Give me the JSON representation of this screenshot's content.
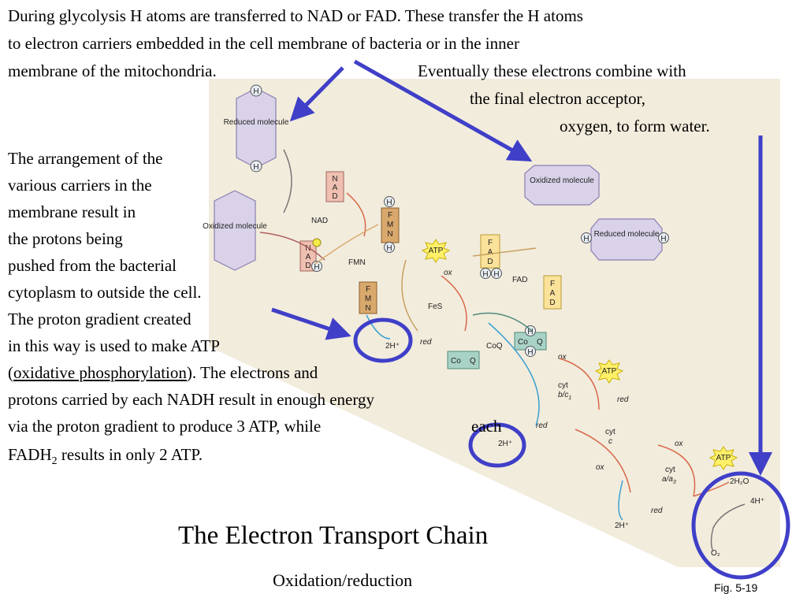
{
  "intro": {
    "line1": "During glycolysis H atoms are transferred to NAD or FAD.  These transfer the H atoms",
    "line2": "to electron carriers embedded in the cell membrane of bacteria or in the inner",
    "line3": "membrane of the mitochondria.",
    "right1": "Eventually these electrons combine with",
    "right2": "the final electron acceptor,",
    "right3": "oxygen, to form water."
  },
  "body_text": {
    "l1": "The arrangement of the",
    "l2": "various carriers in the",
    "l3": "membrane result in",
    "l4": "the protons being",
    "l5": "pushed from the bacterial",
    "l6": "cytoplasm to outside the cell.",
    "l7": "The proton gradient created",
    "l8": "in this way is used to make ATP",
    "l9_open": "(",
    "l9_link": "oxidative phosphorylation",
    "l9_rest": "). The electrons and",
    "l10": "protons carried by each NADH result in enough energy",
    "l11": "via the proton gradient to produce 3 ATP, while",
    "l11_each": "each",
    "l12_a": "FADH",
    "l12_sub": "2",
    "l12_b": " results in only 2 ATP."
  },
  "diagram": {
    "reduced_molecule": "Reduced molecule",
    "oxidized_molecule": "Oxidized molecule",
    "h": "H",
    "nad": "NAD",
    "fmn": "FMN",
    "fes": "FeS",
    "fad": "FAD",
    "coq": "CoQ",
    "co": "Co",
    "q": "Q",
    "cyt": "cyt",
    "bc1": "b/c",
    "bc1_sub": "1",
    "c": "c",
    "aa3": "a/a",
    "aa3_sub": "3",
    "atp": "ATP",
    "ox": "ox",
    "red": "red",
    "h2plus": "2H⁺",
    "h2o": "2H₂O",
    "h4plus": "4H⁺",
    "o2": "O₂",
    "n": "N",
    "a": "A",
    "d": "D",
    "f": "F",
    "m": "M"
  },
  "title": "The Electron Transport Chain",
  "subtitle": "Oxidation/reduction",
  "figure_label": "Fig. 5-19",
  "colors": {
    "highlight_blue": "#3f3fc8",
    "membrane_beige": "#eee6d2",
    "purple": "#d9d2e9",
    "nad_pink": "#efc0b2",
    "fmn_tan": "#d9a86c",
    "fad_yellow": "#fbe29a",
    "coq_teal": "#a9d2c6",
    "atp_yellow": "#fff06a"
  }
}
